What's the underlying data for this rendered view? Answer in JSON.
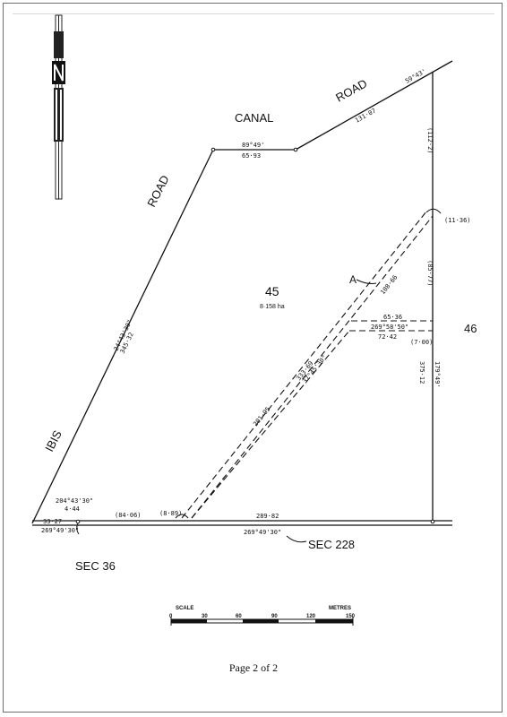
{
  "plan": {
    "roads": {
      "canal": "CANAL",
      "road_top": "ROAD",
      "road_left": "ROAD",
      "ibis": "IBIS"
    },
    "lots": {
      "lot45": "45",
      "lot45_area": "8·158 ha",
      "lot46": "46"
    },
    "sections": {
      "sec36": "SEC 36",
      "sec228": "SEC 228"
    },
    "easement": "A",
    "dims": {
      "top_bearing": "89°49'",
      "top_dist": "65·93",
      "canal_dist": "131·07",
      "corner_bearing": "59°43'",
      "right_dist1": "(112·2)",
      "right_dist2": "(11·36)",
      "right_dist3": "(85·77)",
      "right_dist4": "(7·00)",
      "right_bearing": "179°49'",
      "right_dist5": "375·12",
      "west_bearing": "24°43'30\"",
      "west_dist": "345·32",
      "ease_dist1": "108·66",
      "ease_dist2": "333·69",
      "ease_bearing": "37°45'30\"",
      "ease_dist3": "201·95",
      "mid_dist1": "65·36",
      "mid_bearing": "269°58'50\"",
      "mid_dist2": "72·42",
      "bl_bearing": "204°43'30\"",
      "bl_dist": "4·44",
      "bl_dist2": "33·27",
      "bl_bearing2": "269°49'30\"",
      "bottom_dist1": "(84·06)",
      "bottom_dist2": "(8·89)",
      "bottom_dist3": "289·82",
      "bottom_bearing": "269°49'30\""
    },
    "scale": {
      "title": "SCALE",
      "unit": "METRES",
      "ticks": [
        "0",
        "30",
        "60",
        "90",
        "120",
        "150"
      ]
    }
  },
  "footer": {
    "page": "Page 2 of 2"
  }
}
